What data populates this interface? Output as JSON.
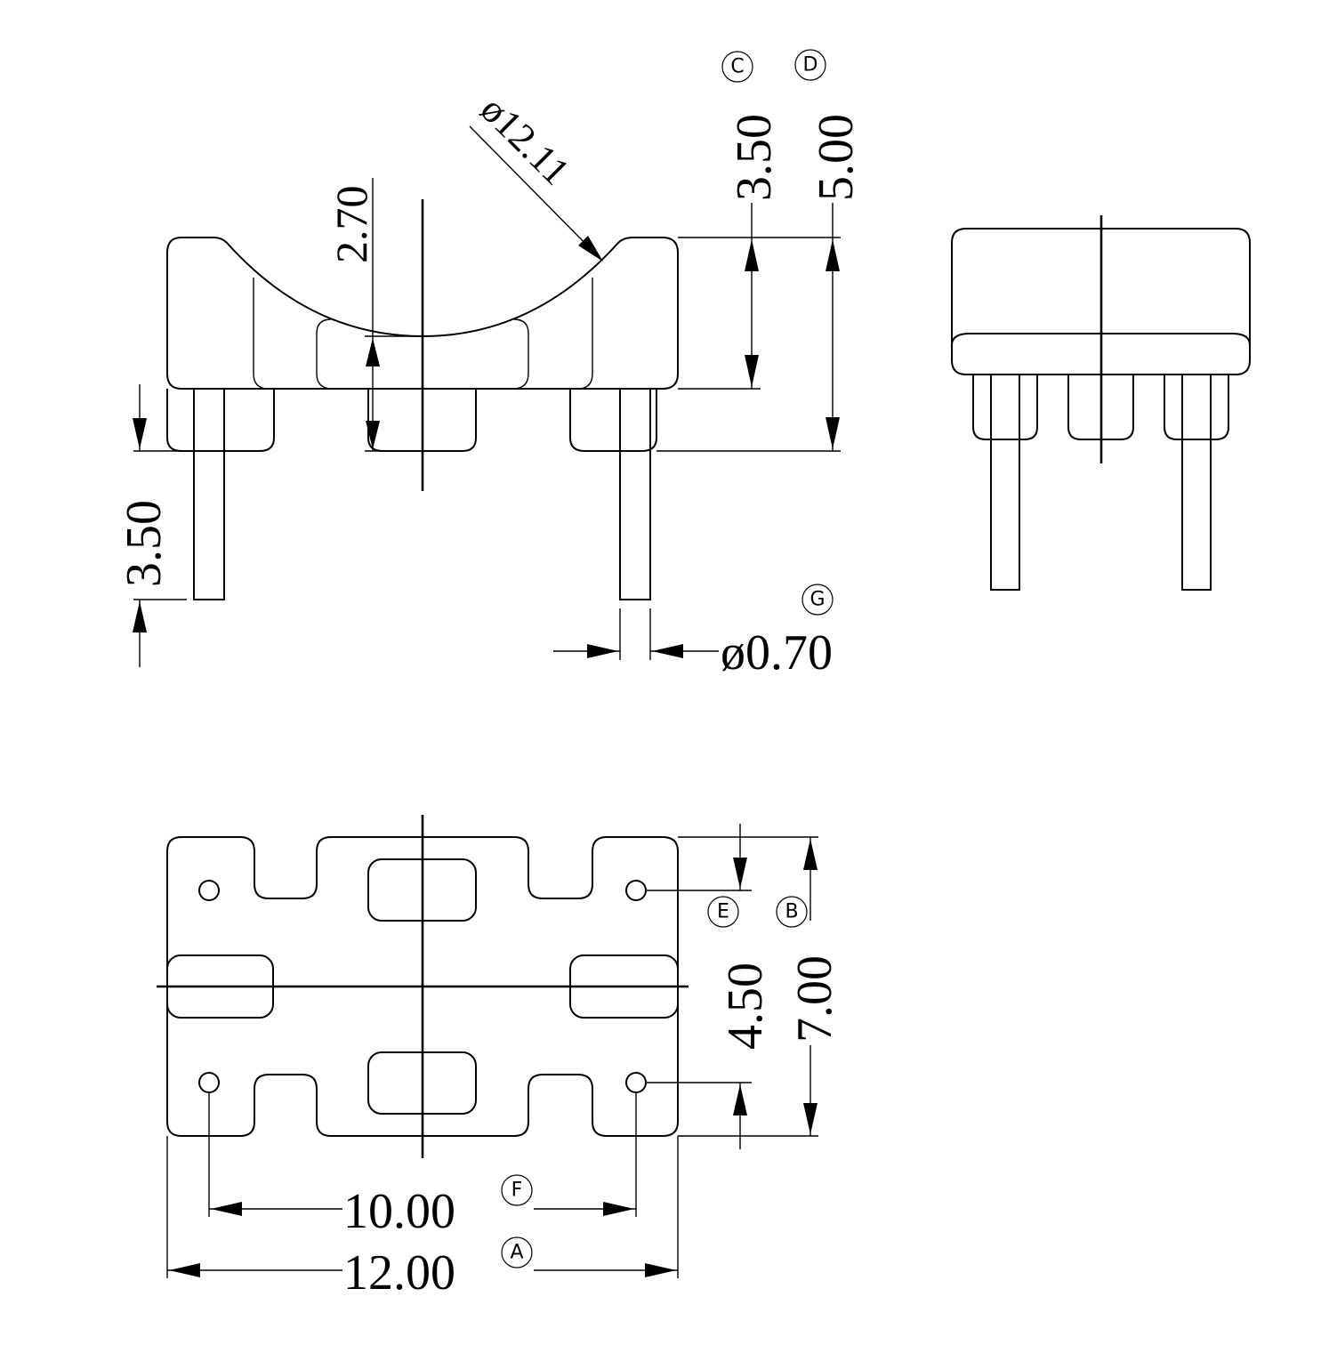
{
  "dimensions": {
    "radius_dim": "ø12.11",
    "depth_dim": "2.70",
    "height_c": "3.50",
    "height_d": "5.00",
    "pin_length": "3.50",
    "pin_diameter": "ø0.70",
    "bottom_width_e": "4.50",
    "bottom_height_b": "7.00",
    "pin_span_f": "10.00",
    "overall_width_a": "12.00"
  },
  "tags": {
    "A": "A",
    "B": "B",
    "C": "C",
    "D": "D",
    "E": "E",
    "F": "F",
    "G": "G"
  }
}
